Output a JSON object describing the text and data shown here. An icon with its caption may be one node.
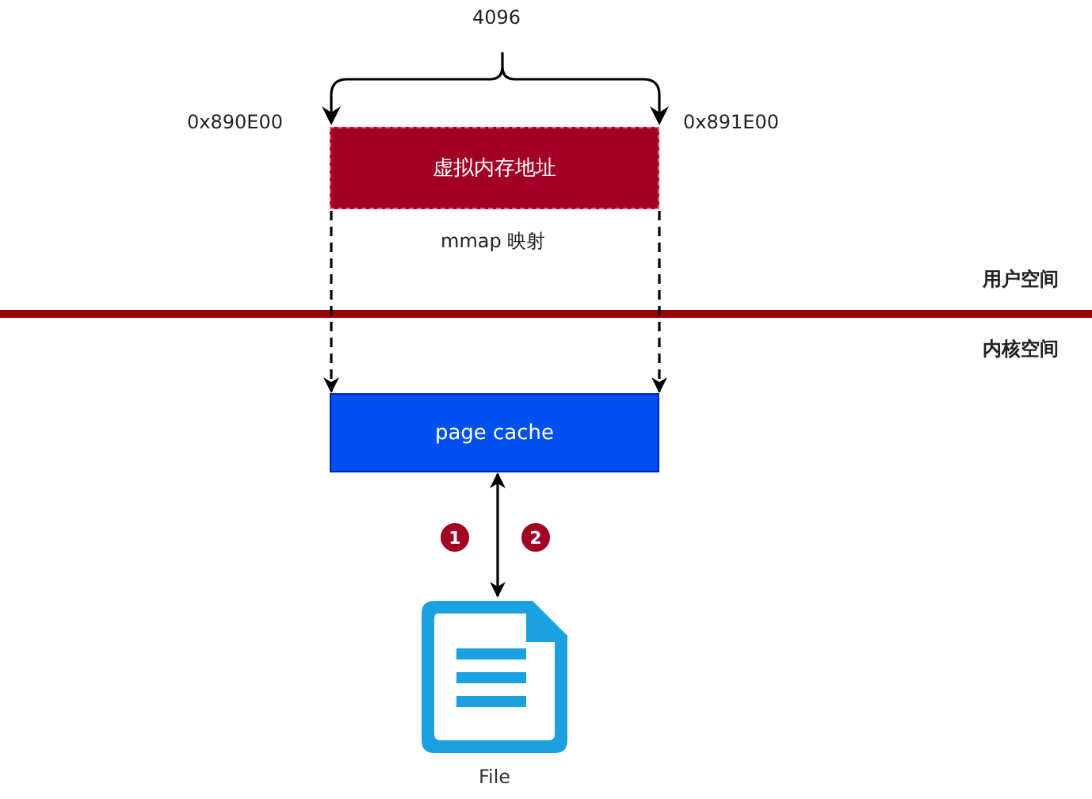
{
  "diagram": {
    "nodes": [
      {
        "text": [
          "虚拟内存地址"
        ]
      },
      {
        "text": [
          "page cache"
        ]
      },
      {
        "text": [
          "File"
        ]
      }
    ],
    "edges": [
      {
        "from": 0,
        "to": 1,
        "arrow": "to",
        "style": "dashed"
      },
      {
        "from": 0,
        "to": 1,
        "arrow": "to",
        "style": "dashed"
      },
      {
        "from": 1,
        "to": 2,
        "arrow": "both"
      }
    ],
    "labels": [
      "4096",
      "0x890E00",
      "0x891E00",
      "mmap 映射",
      "用户空间",
      "内核空间",
      "1",
      "2"
    ]
  }
}
